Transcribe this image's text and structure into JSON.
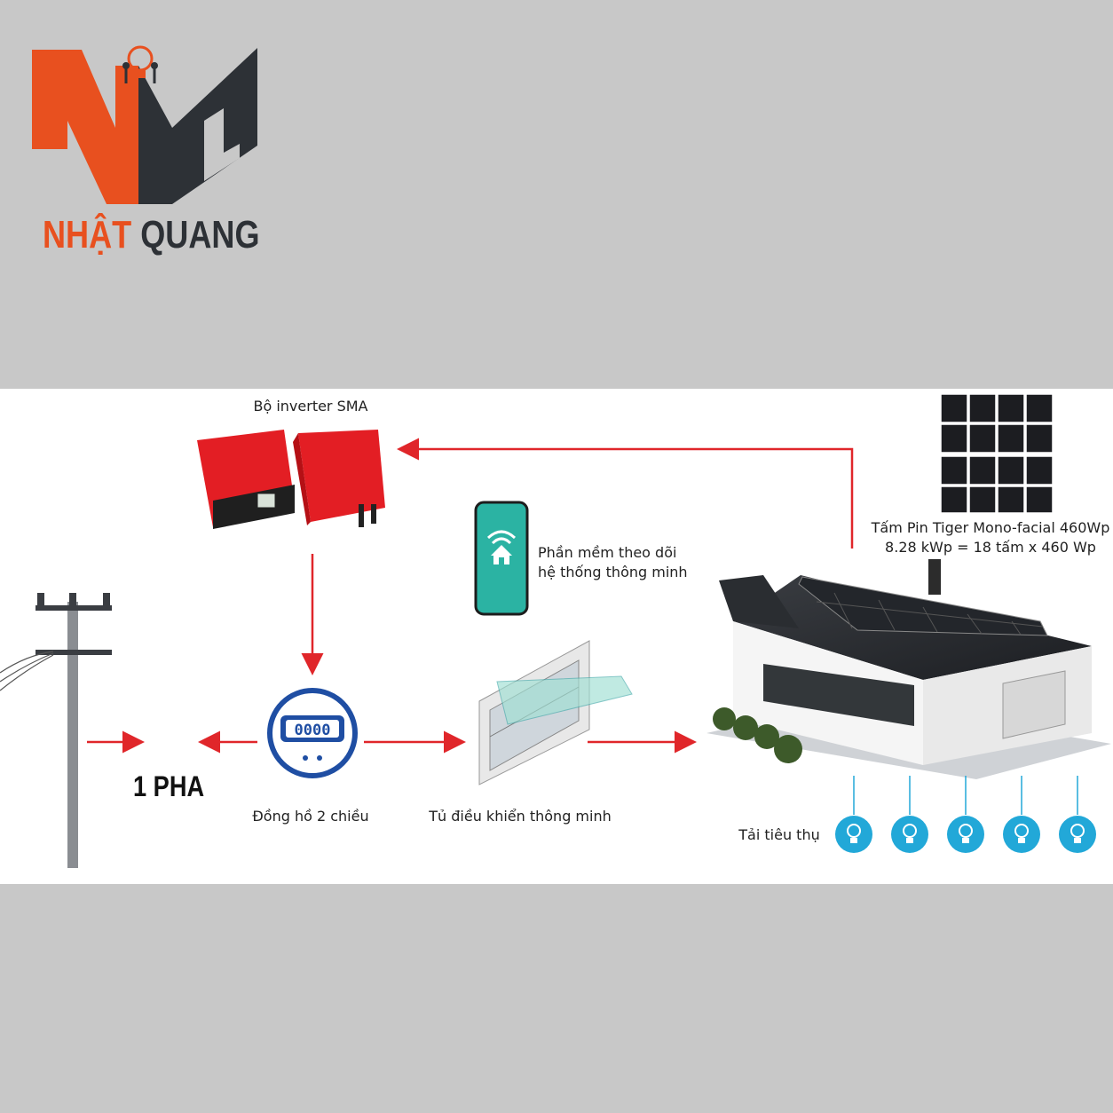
{
  "brand": {
    "part1": "NHẬT",
    "part2": "QUANG",
    "primary_color": "#e8501f",
    "dark_color": "#2d3136"
  },
  "diagram": {
    "inverter_label": "Bộ inverter SMA",
    "app_label_line1": "Phần mềm theo dõi",
    "app_label_line2": "hệ thống thông minh",
    "pv_label_line1": "Tấm Pin Tiger Mono-facial 460Wp",
    "pv_label_line2": "8.28 kWp = 18 tấm x 460 Wp",
    "grid_label": "1 PHA",
    "meter_label": "Đồng hồ 2 chiều",
    "meter_display": "0000",
    "cabinet_label": "Tủ điều khiển thông minh",
    "loads_label": "Tải tiêu thụ",
    "load_count": 5,
    "arrow_color": "#e0262a",
    "load_color": "#22a8d8",
    "inverter_color": "#e31e24",
    "app_color": "#2bb3a3"
  },
  "icons": [
    "utility-pole-icon",
    "bulb-icon",
    "wifi-home-icon",
    "house-icon",
    "inverter-icon",
    "solar-panel-icon"
  ]
}
